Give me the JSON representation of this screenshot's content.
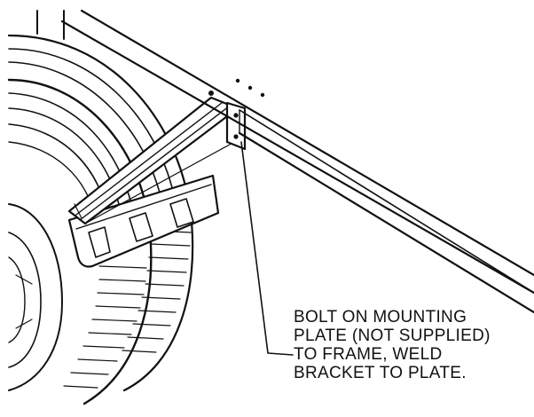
{
  "callout": {
    "lines": [
      "BOLT ON MOUNTING",
      "PLATE (NOT SUPPLIED)",
      "TO FRAME, WELD",
      "BRACKET TO PLATE."
    ]
  },
  "colors": {
    "ink": "#111111",
    "paper": "#ffffff"
  }
}
